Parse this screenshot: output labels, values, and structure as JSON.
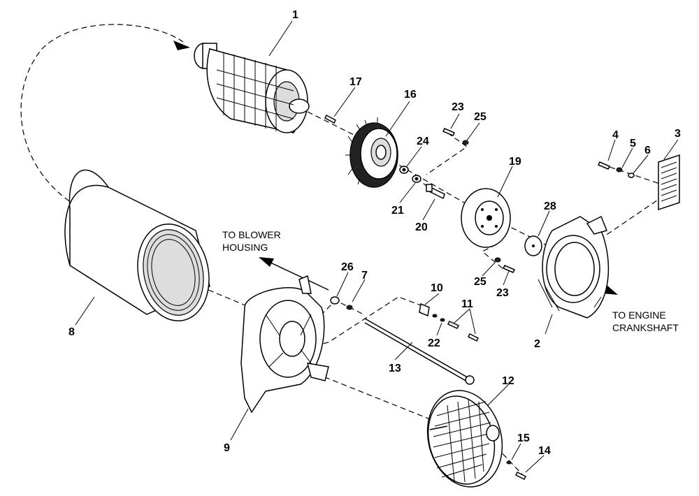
{
  "callouts": {
    "c1": "1",
    "c2": "2",
    "c3": "3",
    "c4": "4",
    "c5": "5",
    "c6": "6",
    "c7": "7",
    "c8": "8",
    "c9": "9",
    "c10": "10",
    "c11": "11",
    "c12": "12",
    "c13": "13",
    "c14": "14",
    "c15": "15",
    "c16": "16",
    "c17": "17",
    "c19": "19",
    "c20": "20",
    "c21": "21",
    "c22": "22",
    "c23a": "23",
    "c23b": "23",
    "c24": "24",
    "c25a": "25",
    "c25b": "25",
    "c26": "26",
    "c28": "28"
  },
  "notes": {
    "blower_line1": "TO BLOWER",
    "blower_line2": "HOUSING",
    "engine_line1": "TO ENGINE",
    "engine_line2": "CRANKSHAFT"
  }
}
